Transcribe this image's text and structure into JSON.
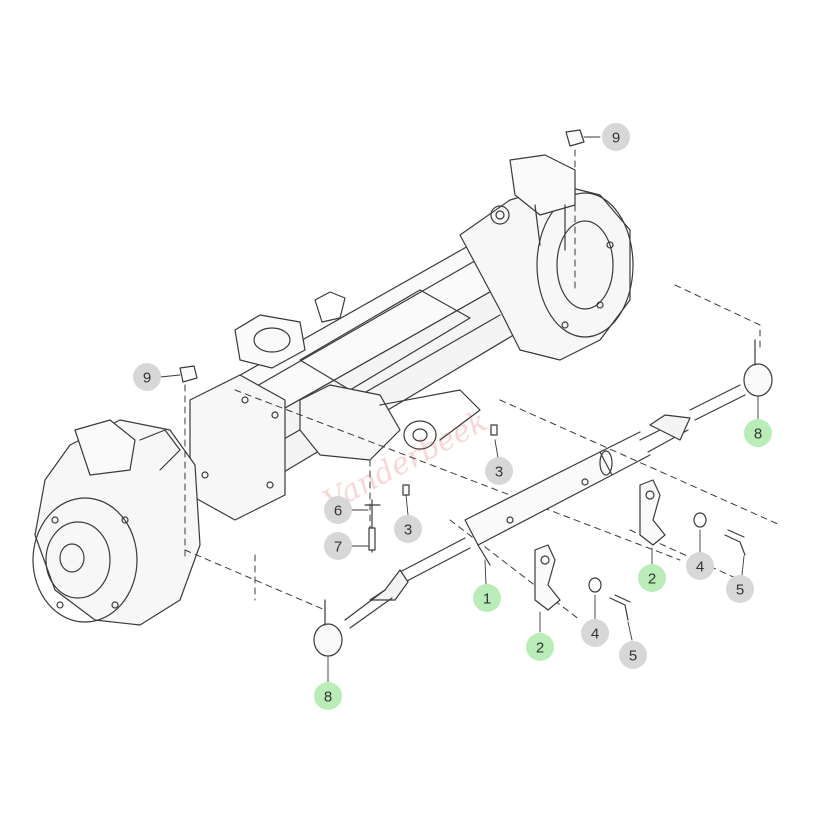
{
  "diagram": {
    "colors": {
      "line": "#3a3a3a",
      "callout_grey": "#d7d7d7",
      "callout_green": "#b9ecb6",
      "callout_text": "#333333",
      "watermark": "#e04b4b"
    },
    "callouts": [
      {
        "id": "9-top",
        "label": "9",
        "style": "grey"
      },
      {
        "id": "9-left",
        "label": "9",
        "style": "grey"
      },
      {
        "id": "3-upper",
        "label": "3",
        "style": "grey"
      },
      {
        "id": "3-lower",
        "label": "3",
        "style": "grey"
      },
      {
        "id": "6",
        "label": "6",
        "style": "grey"
      },
      {
        "id": "7",
        "label": "7",
        "style": "grey"
      },
      {
        "id": "1",
        "label": "1",
        "style": "green"
      },
      {
        "id": "2-left",
        "label": "2",
        "style": "green"
      },
      {
        "id": "2-right",
        "label": "2",
        "style": "green"
      },
      {
        "id": "4-left",
        "label": "4",
        "style": "grey"
      },
      {
        "id": "4-right",
        "label": "4",
        "style": "grey"
      },
      {
        "id": "5-left",
        "label": "5",
        "style": "grey"
      },
      {
        "id": "5-right",
        "label": "5",
        "style": "grey"
      },
      {
        "id": "8-left",
        "label": "8",
        "style": "green"
      },
      {
        "id": "8-right",
        "label": "8",
        "style": "green"
      }
    ]
  }
}
